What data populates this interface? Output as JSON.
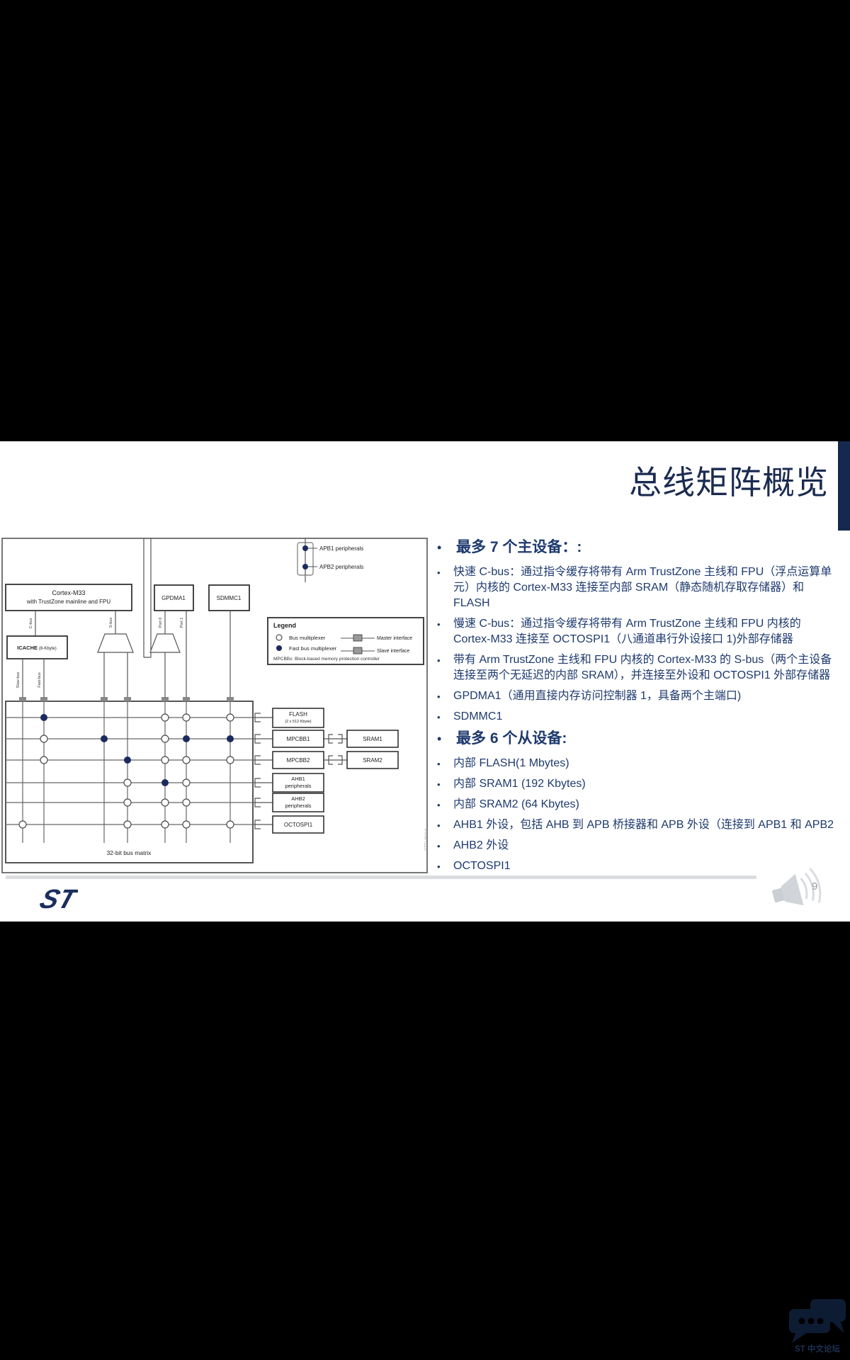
{
  "slide": {
    "title": "总线矩阵概览",
    "page_number": "9",
    "logo_text": "ST",
    "bullets": {
      "sections": [
        {
          "level1": "最多 7 个主设备：:",
          "items": [
            "快速 C-bus：通过指令缓存将带有 Arm TrustZone 主线和 FPU（浮点运算单元）内核的 Cortex-M33 连接至内部 SRAM（静态随机存取存储器）和FLASH",
            "慢速 C-bus：通过指令缓存将带有 Arm TrustZone 主线和 FPU 内核的 Cortex-M33 连接至 OCTOSPI1（八通道串行外设接口 1)外部存储器",
            "带有 Arm TrustZone 主线和 FPU 内核的 Cortex-M33 的 S-bus（两个主设备连接至两个无延迟的内部 SRAM），并连接至外设和 OCTOSPI1 外部存储器",
            "GPDMA1（通用直接内存访问控制器 1，具备两个主端口)",
            "SDMMC1"
          ]
        },
        {
          "level1": "最多 6 个从设备:",
          "items": [
            "内部 FLASH(1 Mbytes)",
            "内部 SRAM1 (192 Kbytes)",
            "内部 SRAM2 (64 Kbytes)",
            "AHB1 外设，包括 AHB 到 APB 桥接器和 APB 外设（连接到 APB1 和 APB2",
            "AHB2 外设",
            "OCTOSPI1"
          ]
        }
      ]
    }
  },
  "diagram": {
    "cortex_line1": "Cortex-M33",
    "cortex_line2": "with TrustZone mainline and FPU",
    "gpdma_label": "GPDMA1",
    "sdmmc_label": "SDMMC1",
    "apb1_label": "APB1 peripherals",
    "apb2_label": "APB2 peripherals",
    "icache_label": "ICACHE",
    "icache_size": "(8-Kbyte)",
    "cbus_label": "C-bus",
    "sbus_label": "S-bus",
    "slowbus_label": "Slow-bus",
    "fastbus_label": "Fast-bus",
    "port0_label": "Port 0",
    "port1_label": "Port 1",
    "flash_label": "FLASH",
    "flash_size": "(2 x 512 Kbyte)",
    "mpcbb1_label": "MPCBB1",
    "sram1_label": "SRAM1",
    "mpcbb2_label": "MPCBB2",
    "sram2_label": "SRAM2",
    "ahb1_line1": "AHB1",
    "ahb1_line2": "peripherals",
    "ahb2_line1": "AHB2",
    "ahb2_line2": "peripherals",
    "octospi_label": "OCTOSPI1",
    "matrix_label": "32-bit bus matrix",
    "figure_id": "DT71491V1",
    "legend": {
      "title": "Legend",
      "bus_mux": "Bus multiplexer",
      "fast_bus_mux": "Fast bus multiplexer",
      "master_if": "Master interface",
      "slave_if": "Slave interface",
      "note": "MPCBBx: Block-based memory protection controller"
    },
    "matrix_data": {
      "cols": [
        32,
        62,
        147,
        180,
        233,
        263,
        325
      ],
      "rows": [
        258,
        288,
        318,
        350,
        378,
        409
      ],
      "dots": [
        {
          "c": 1,
          "r": 0,
          "f": true
        },
        {
          "c": 4,
          "r": 0,
          "f": false
        },
        {
          "c": 5,
          "r": 0,
          "f": false
        },
        {
          "c": 6,
          "r": 0,
          "f": false
        },
        {
          "c": 1,
          "r": 1,
          "f": false
        },
        {
          "c": 2,
          "r": 1,
          "f": true
        },
        {
          "c": 4,
          "r": 1,
          "f": false
        },
        {
          "c": 5,
          "r": 1,
          "f": true
        },
        {
          "c": 6,
          "r": 1,
          "f": true
        },
        {
          "c": 1,
          "r": 2,
          "f": false
        },
        {
          "c": 3,
          "r": 2,
          "f": true
        },
        {
          "c": 4,
          "r": 2,
          "f": false
        },
        {
          "c": 5,
          "r": 2,
          "f": false
        },
        {
          "c": 6,
          "r": 2,
          "f": false
        },
        {
          "c": 3,
          "r": 3,
          "f": false
        },
        {
          "c": 4,
          "r": 3,
          "f": true
        },
        {
          "c": 5,
          "r": 3,
          "f": false
        },
        {
          "c": 3,
          "r": 4,
          "f": false
        },
        {
          "c": 4,
          "r": 4,
          "f": false
        },
        {
          "c": 5,
          "r": 4,
          "f": false
        },
        {
          "c": 0,
          "r": 5,
          "f": false
        },
        {
          "c": 3,
          "r": 5,
          "f": false
        },
        {
          "c": 4,
          "r": 5,
          "f": false
        },
        {
          "c": 5,
          "r": 5,
          "f": false
        },
        {
          "c": 6,
          "r": 5,
          "f": false
        }
      ]
    }
  },
  "watermark": {
    "forum_label": "ST 中文论坛"
  },
  "colors": {
    "title_navy": "#1b2b50",
    "body_navy": "#1e3a6e",
    "accent_bar": "#15294e",
    "dot_navy": "#1b2a5e"
  }
}
